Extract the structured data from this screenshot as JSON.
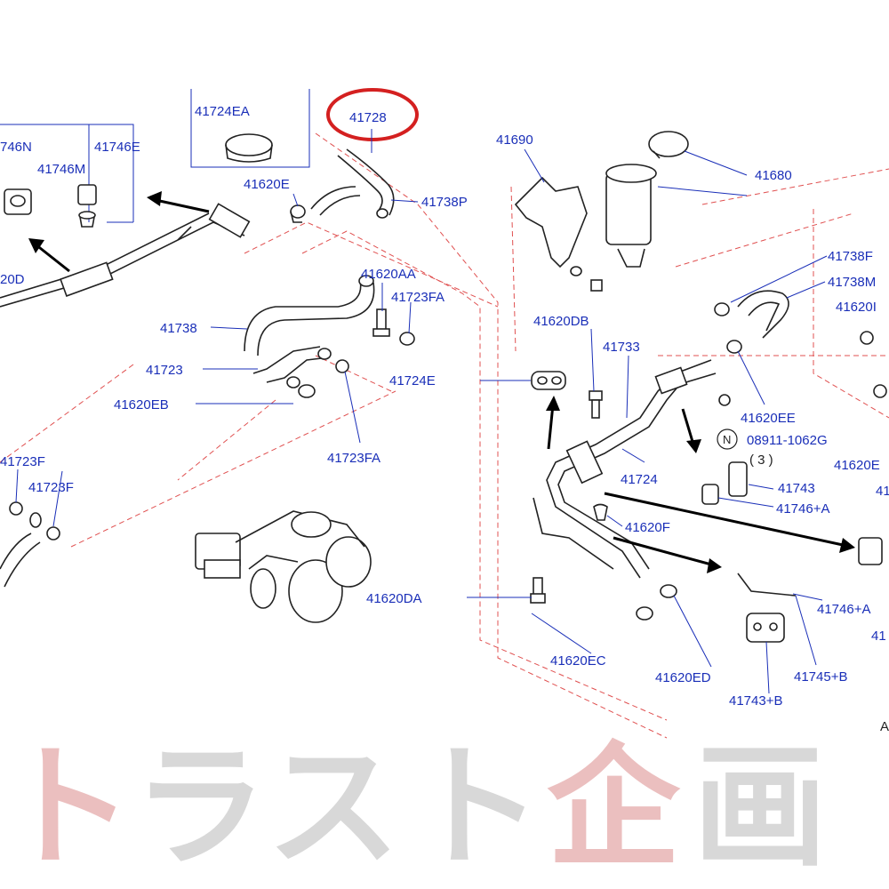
{
  "labels": [
    {
      "id": "41724EA",
      "text": "41724EA"
    },
    {
      "id": "41728",
      "text": "41728"
    },
    {
      "id": "41746N",
      "text": "746N"
    },
    {
      "id": "41746E",
      "text": "41746E"
    },
    {
      "id": "41746M",
      "text": "41746M"
    },
    {
      "id": "41620E",
      "text": "41620E"
    },
    {
      "id": "41738P",
      "text": "41738P"
    },
    {
      "id": "41690",
      "text": "41690"
    },
    {
      "id": "41680",
      "text": "41680"
    },
    {
      "id": "41620D",
      "text": "20D"
    },
    {
      "id": "41620AA",
      "text": "41620AA"
    },
    {
      "id": "41723FA_top",
      "text": "41723FA"
    },
    {
      "id": "41738",
      "text": "41738"
    },
    {
      "id": "41723",
      "text": "41723"
    },
    {
      "id": "41620EB",
      "text": "41620EB"
    },
    {
      "id": "41724E",
      "text": "41724E"
    },
    {
      "id": "41723FA_bot",
      "text": "41723FA"
    },
    {
      "id": "41723F_a",
      "text": "41723F"
    },
    {
      "id": "41723F_b",
      "text": "41723F"
    },
    {
      "id": "41620DB",
      "text": "41620DB"
    },
    {
      "id": "41733",
      "text": "41733"
    },
    {
      "id": "41738F",
      "text": "41738F"
    },
    {
      "id": "41738M",
      "text": "41738M"
    },
    {
      "id": "41620R",
      "text": "41620I"
    },
    {
      "id": "41620EE",
      "text": "41620EE"
    },
    {
      "id": "08911",
      "text": "08911-1062G"
    },
    {
      "id": "qty",
      "text": "( 3 )"
    },
    {
      "id": "N",
      "text": "N"
    },
    {
      "id": "41620Ecut",
      "text": "41620E"
    },
    {
      "id": "41724",
      "text": "41724"
    },
    {
      "id": "41743",
      "text": "41743"
    },
    {
      "id": "41746A",
      "text": "41746+A"
    },
    {
      "id": "41620F",
      "text": "41620F"
    },
    {
      "id": "41620DA",
      "text": "41620DA"
    },
    {
      "id": "41746A2",
      "text": "41746+A"
    },
    {
      "id": "41620EC",
      "text": "41620EC"
    },
    {
      "id": "41620ED",
      "text": "41620ED"
    },
    {
      "id": "41745B",
      "text": "41745+B"
    },
    {
      "id": "41743B",
      "text": "41743+B"
    },
    {
      "id": "cut41",
      "text": "41"
    },
    {
      "id": "cut41b",
      "text": "41"
    },
    {
      "id": "A",
      "text": "A"
    }
  ],
  "highlight": {
    "part": "41728",
    "color": "#d42020"
  },
  "watermark": {
    "text": "トラスト企画",
    "colors": [
      "#e8b4b4",
      "#cfcfcf"
    ]
  },
  "colors": {
    "label": "#1a2fb8",
    "leader_dash": "#e05050",
    "line": "#222222"
  }
}
